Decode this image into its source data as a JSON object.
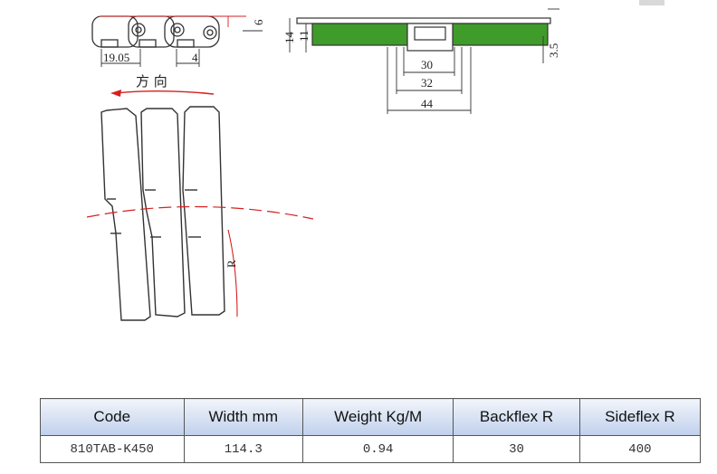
{
  "drawing": {
    "dim_pitch": "19.05",
    "dim_4": "4",
    "dim_6": "6",
    "dim_14": "14",
    "dim_11": "11",
    "dim_3_5": "3.5",
    "dim_30": "30",
    "dim_32": "32",
    "dim_44": "44",
    "direction_label": "方  向",
    "radius_label": "R",
    "colors": {
      "line": "#333333",
      "red": "#d62020",
      "top_plate": "#3f9c2a"
    }
  },
  "table": {
    "headers": [
      "Code",
      "Width mm",
      "Weight Kg/M",
      "Backflex R",
      "Sideflex R"
    ],
    "row": [
      "810TAB-K450",
      "114.3",
      "0.94",
      "30",
      "400"
    ]
  }
}
